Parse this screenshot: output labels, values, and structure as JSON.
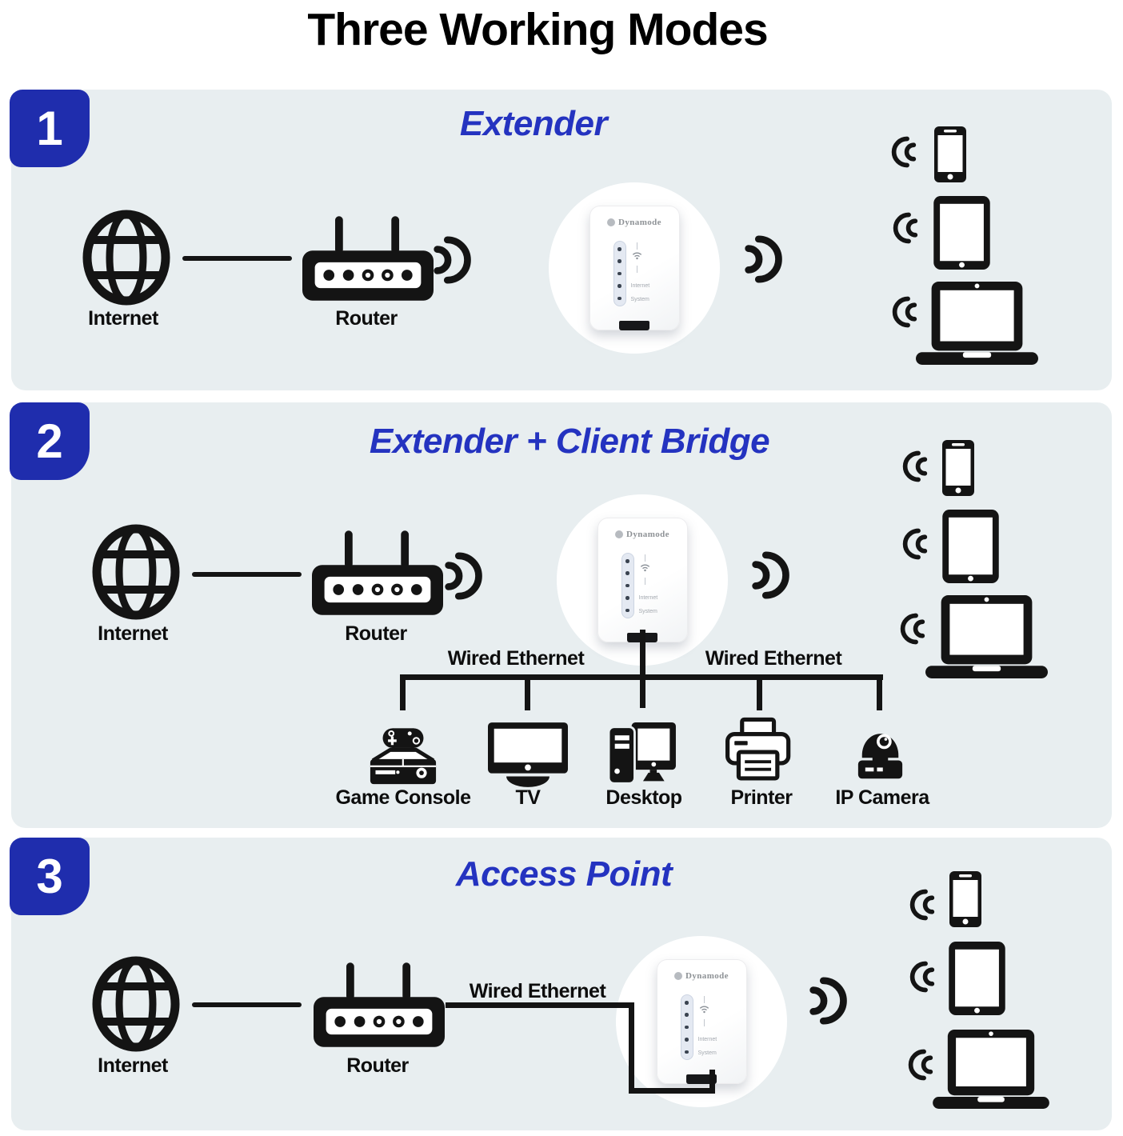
{
  "title": "Three Working Modes",
  "colors": {
    "panel_bg": "#e8eef0",
    "badge_blue": "#1f2dad",
    "heading_blue": "#2433c0",
    "icon_black": "#141414"
  },
  "extender_device": {
    "brand": "Dynamode",
    "led_labels": [
      "Internet",
      "System"
    ]
  },
  "panels": [
    {
      "number": "1",
      "title": "Extender",
      "internet_label": "Internet",
      "router_label": "Router"
    },
    {
      "number": "2",
      "title": "Extender + Client Bridge",
      "internet_label": "Internet",
      "router_label": "Router",
      "wired_ethernet_left": "Wired Ethernet",
      "wired_ethernet_right": "Wired Ethernet",
      "wired_devices": [
        {
          "label": "Game Console"
        },
        {
          "label": "TV"
        },
        {
          "label": "Desktop"
        },
        {
          "label": "Printer"
        },
        {
          "label": "IP Camera"
        }
      ]
    },
    {
      "number": "3",
      "title": "Access Point",
      "internet_label": "Internet",
      "router_label": "Router",
      "wired_ethernet_label": "Wired Ethernet"
    }
  ]
}
